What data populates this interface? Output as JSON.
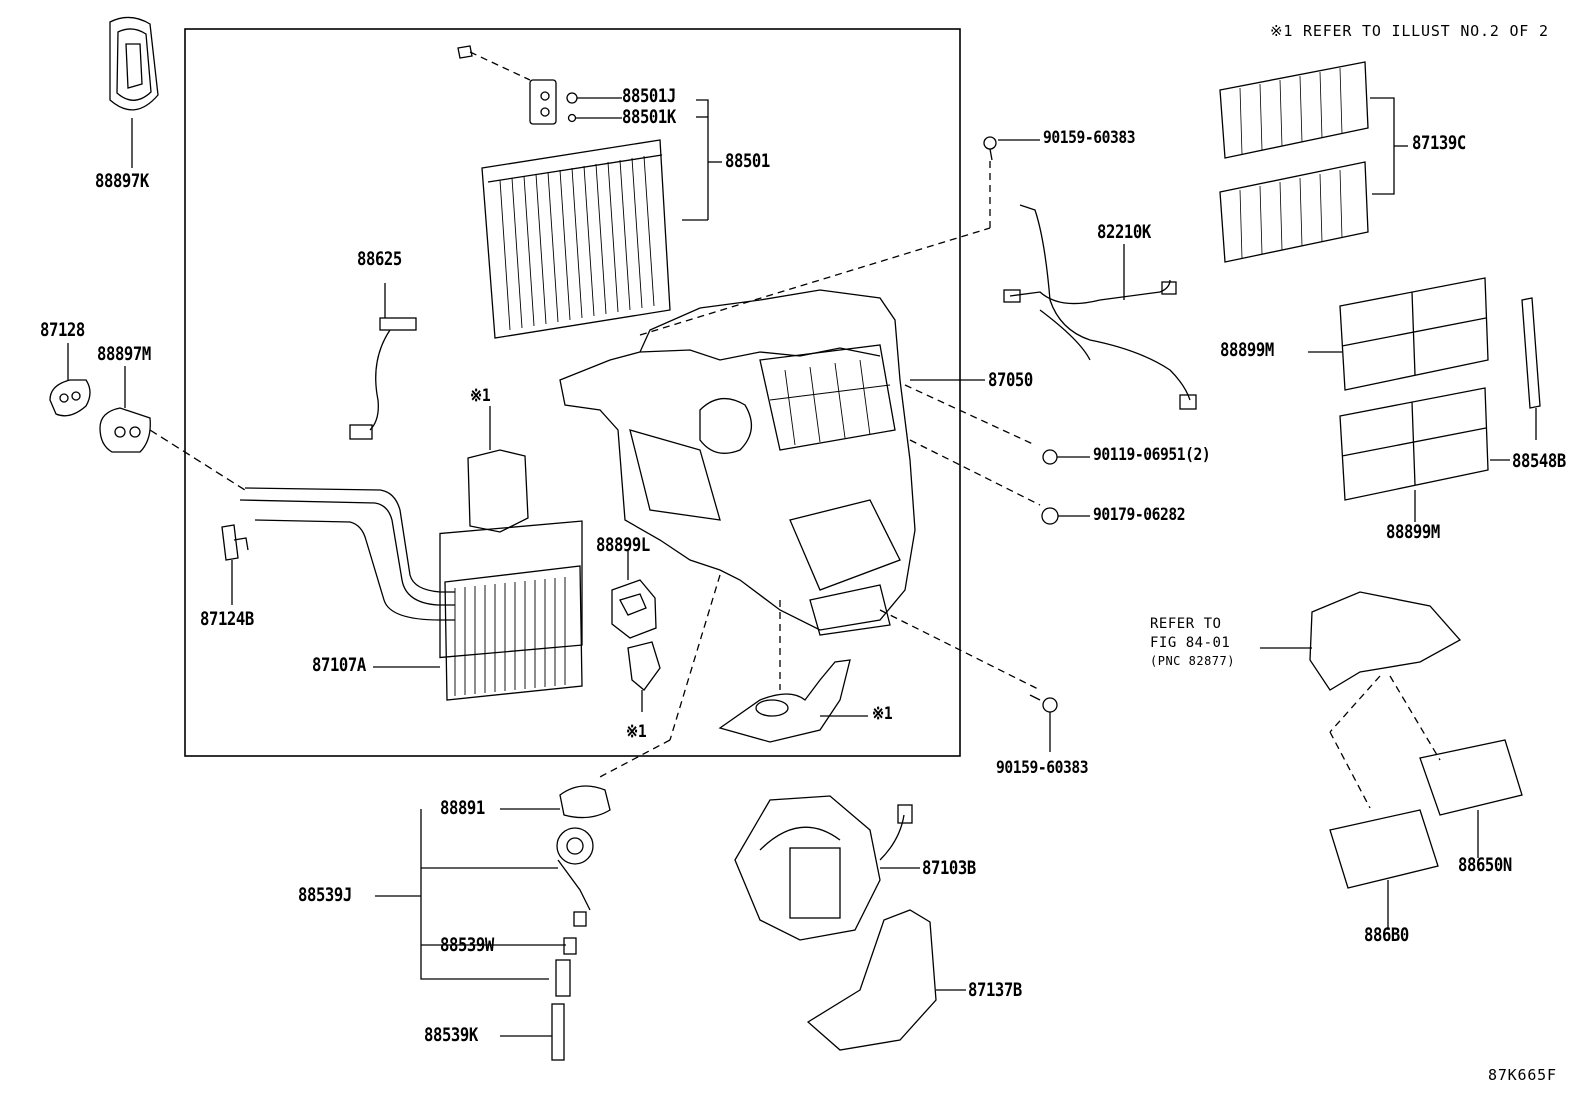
{
  "header": {
    "note": "※1 REFER TO ILLUST NO.2 OF 2",
    "illustration_code": "87K665F"
  },
  "callouts": {
    "p88897K": "88897K",
    "p87128": "87128",
    "p88897M": "88897M",
    "p87124B": "87124B",
    "p87107A": "87107A",
    "p88625": "88625",
    "p88501J": "88501J",
    "p88501K": "88501K",
    "p88501": "88501",
    "ref1_a": "※1",
    "p88899L": "88899L",
    "ref1_b": "※1",
    "ref1_c": "※1",
    "p87050": "87050",
    "p90159_60383_top": "90159-60383",
    "p82210K": "82210K",
    "p90119": "90119-06951(2)",
    "p90179": "90179-06282",
    "p90159_60383_bottom": "90159-60383",
    "p87139C": "87139C",
    "p88899M_upper": "88899M",
    "p88548B": "88548B",
    "p88899M_lower": "88899M",
    "refer_line1": "REFER TO",
    "refer_line2": "FIG 84-01",
    "refer_line3": "(PNC 82877)",
    "p88650N": "88650N",
    "p886B0": "886B0",
    "p88891": "88891",
    "p88539J": "88539J",
    "p88539W": "88539W",
    "p88539K": "88539K",
    "p87103B": "87103B",
    "p87137B": "87137B"
  }
}
